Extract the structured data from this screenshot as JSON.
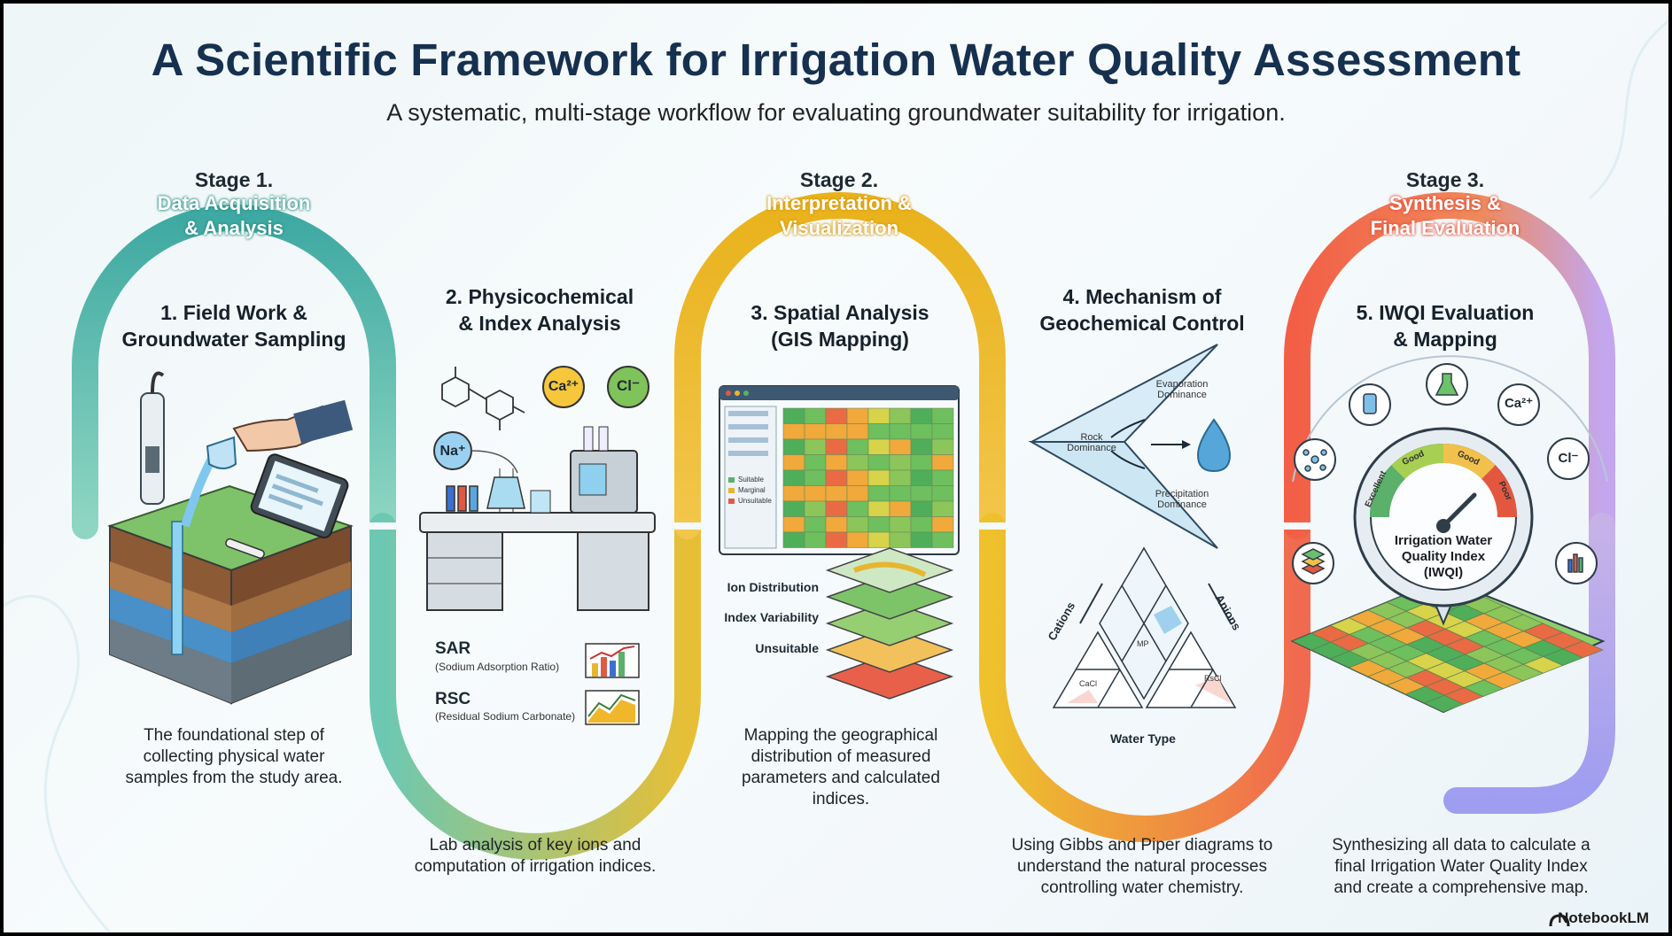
{
  "title": "A Scientific Framework for Irrigation Water Quality Assessment",
  "subtitle": "A systematic, multi-stage workflow for evaluating groundwater suitability for irrigation.",
  "colors": {
    "teal": "#5cc0ad",
    "yellow": "#ecbb2e",
    "red": "#ee6d55",
    "violet": "#b3a6ec",
    "navy": "#16304f"
  },
  "stages": [
    {
      "heading": "Stage 1.",
      "line1": "Data Acquisition",
      "line2": "& Analysis"
    },
    {
      "heading": "Stage 2.",
      "line1": "Interpretation &",
      "line2": "Visualization"
    },
    {
      "heading": "Stage 3.",
      "line1": "Synthesis &",
      "line2": "Final Evaluation"
    }
  ],
  "steps": [
    {
      "title1": "1. Field Work &",
      "title2": "Groundwater Sampling",
      "desc": [
        "The foundational step of",
        "collecting physical water",
        "samples from the study area."
      ]
    },
    {
      "title1": "2. Physicochemical",
      "title2": "& Index Analysis",
      "desc": [
        "Lab analysis of key ions and",
        "computation of irrigation indices."
      ]
    },
    {
      "title1": "3. Spatial Analysis",
      "title2": "(GIS Mapping)",
      "desc": [
        "Mapping the geographical",
        "distribution of measured",
        "parameters and calculated",
        "indices."
      ]
    },
    {
      "title1": "4. Mechanism of",
      "title2": "Geochemical Control",
      "desc": [
        "Using Gibbs and Piper diagrams to",
        "understand the natural processes",
        "controlling water chemistry."
      ]
    },
    {
      "title1": "5. IWQI Evaluation",
      "title2": "& Mapping",
      "desc": [
        "Synthesizing all data to calculate a",
        "final Irrigation Water Quality Index",
        "and create a comprehensive map."
      ]
    }
  ],
  "step2": {
    "ions": {
      "ca": "Ca²⁺",
      "cl": "Cl⁻",
      "na": "Na⁺"
    },
    "sar": "SAR",
    "sar_full": "(Sodium Adsorption Ratio)",
    "rsc": "RSC",
    "rsc_full": "(Residual Sodium Carbonate)"
  },
  "step3": {
    "legend": [
      "Suitable",
      "Marginal",
      "Unsuitable"
    ],
    "layers": [
      "Ion Distribution",
      "Index Variability",
      "Unsuitable"
    ]
  },
  "step4": {
    "gibbs": {
      "evap": [
        "Evaporation",
        "Dominance"
      ],
      "rock": [
        "Rock",
        "Dominance"
      ],
      "precip": [
        "Precipitation",
        "Dominance"
      ]
    },
    "piper": {
      "cations": "Cations",
      "anions": "Anions",
      "water_type": "Water Type",
      "mp": "MP",
      "caci": "CaCl",
      "rsci": "RsCl"
    }
  },
  "step5": {
    "gauge_labels": [
      "Excellent",
      "Good",
      "Good",
      "Poor"
    ],
    "gauge_title": [
      "Irrigation Water",
      "Quality Index",
      "(IWQI)"
    ],
    "ions": {
      "ca": "Ca²⁺",
      "cl": "Cl⁻"
    }
  },
  "brand": "NotebookLM"
}
